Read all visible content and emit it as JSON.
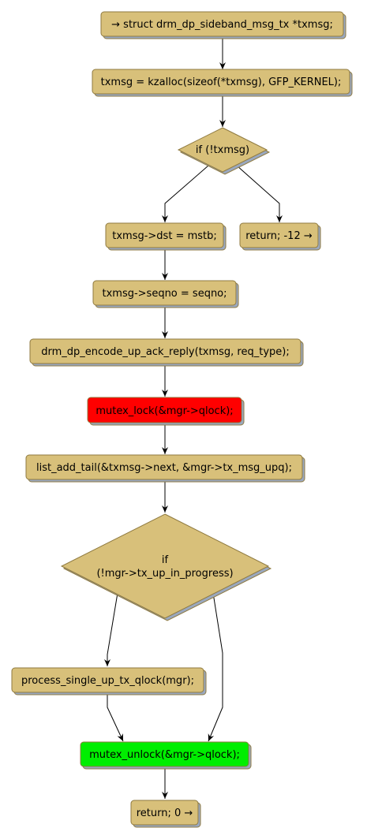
{
  "colors": {
    "default_fill": "#d8c07a",
    "highlight_lock": "#ff0000",
    "highlight_unlock": "#00ee00"
  },
  "nodes": [
    {
      "id": "n1",
      "label": "→ struct drm_dp_sideband_msg_tx *txmsg;"
    },
    {
      "id": "n2",
      "label": "txmsg = kzalloc(sizeof(*txmsg), GFP_KERNEL);"
    },
    {
      "id": "d1",
      "label": "if (!txmsg)"
    },
    {
      "id": "n3",
      "label": "txmsg->dst = mstb;"
    },
    {
      "id": "n4",
      "label": "return; -12 →"
    },
    {
      "id": "n5",
      "label": "txmsg->seqno = seqno;"
    },
    {
      "id": "n6",
      "label": "drm_dp_encode_up_ack_reply(txmsg, req_type);"
    },
    {
      "id": "n7",
      "label": "mutex_lock(&mgr->qlock);"
    },
    {
      "id": "n8",
      "label": "list_add_tail(&txmsg->next, &mgr->tx_msg_upq);"
    },
    {
      "id": "d2",
      "label_lines": [
        "if",
        "(!mgr->tx_up_in_progress)"
      ]
    },
    {
      "id": "n9",
      "label": "process_single_up_tx_qlock(mgr);"
    },
    {
      "id": "n10",
      "label": "mutex_unlock(&mgr->qlock);"
    },
    {
      "id": "n11",
      "label": "return; 0 →"
    }
  ]
}
